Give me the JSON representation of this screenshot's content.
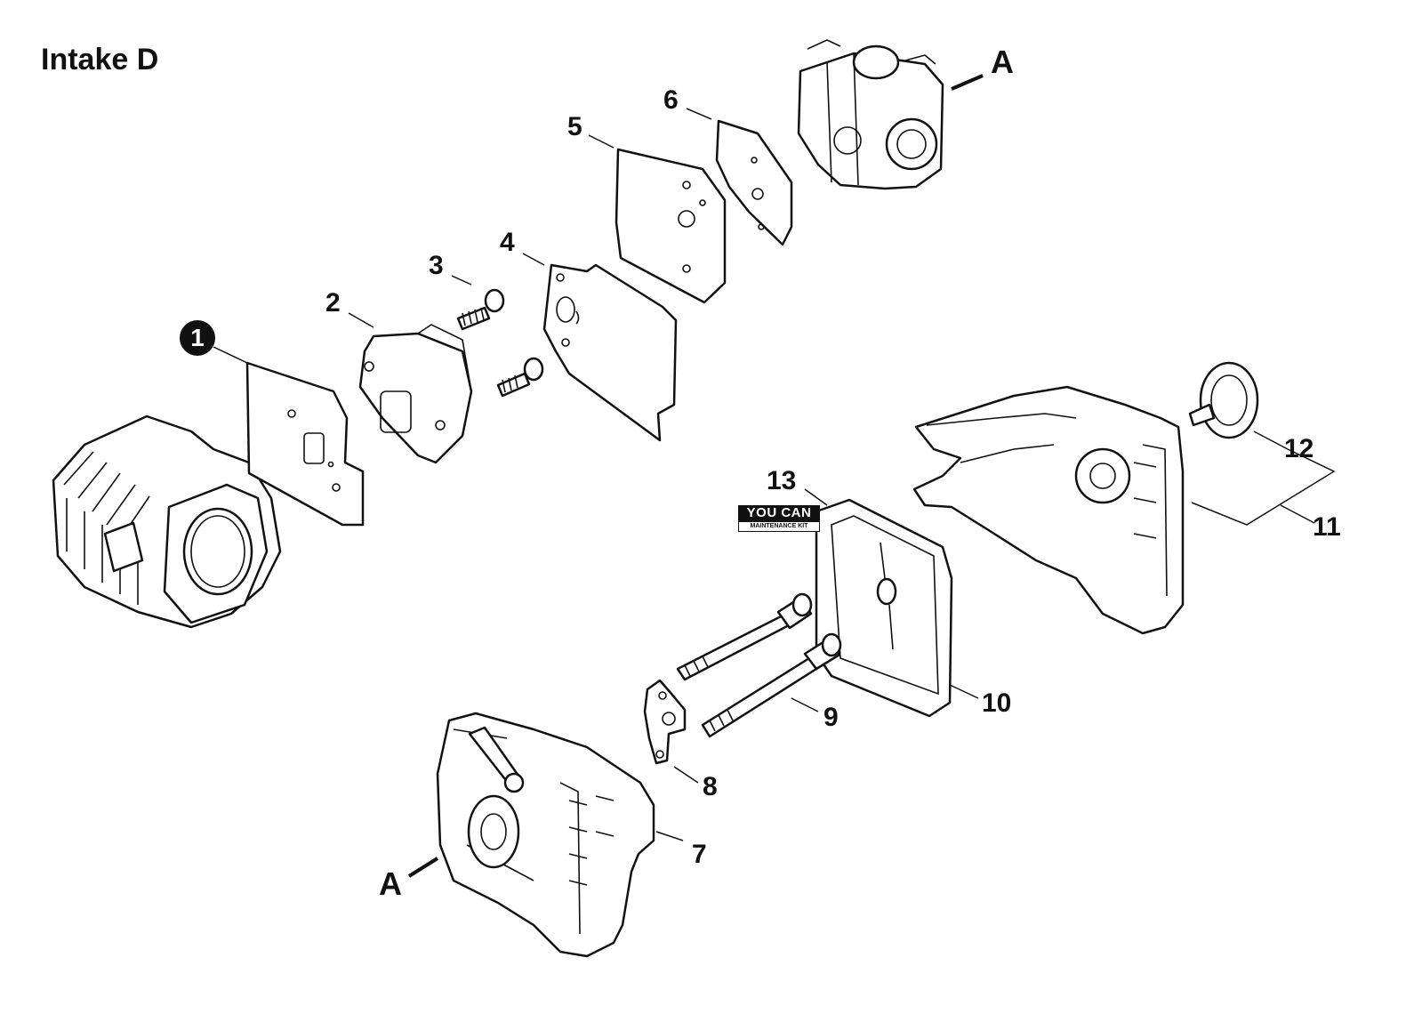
{
  "title": "Intake D",
  "callouts": [
    {
      "id": "1",
      "label": "1",
      "style": "circled"
    },
    {
      "id": "2",
      "label": "2"
    },
    {
      "id": "3",
      "label": "3"
    },
    {
      "id": "4",
      "label": "4"
    },
    {
      "id": "5",
      "label": "5"
    },
    {
      "id": "6",
      "label": "6"
    },
    {
      "id": "7",
      "label": "7"
    },
    {
      "id": "8",
      "label": "8"
    },
    {
      "id": "9",
      "label": "9"
    },
    {
      "id": "10",
      "label": "10"
    },
    {
      "id": "11",
      "label": "11"
    },
    {
      "id": "12",
      "label": "12"
    },
    {
      "id": "13",
      "label": "13"
    }
  ],
  "refs": {
    "top": "A",
    "bottom": "A"
  },
  "badge": {
    "top": "YOU CAN",
    "bottom": "MAINTENANCE KIT"
  }
}
